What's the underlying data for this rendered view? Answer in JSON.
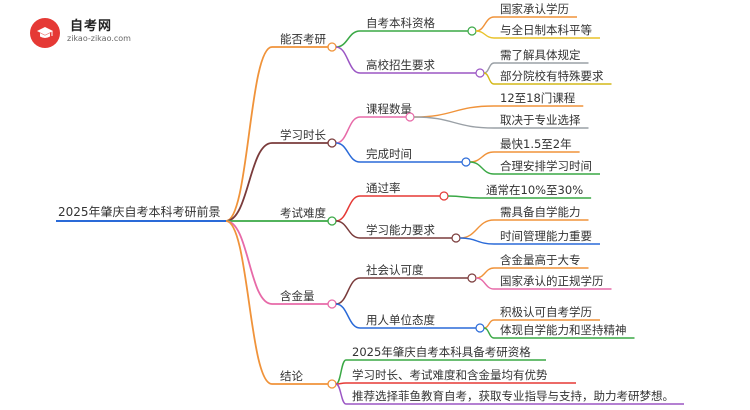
{
  "logo": {
    "name": "自考网",
    "url": "zikao-zikao.com",
    "icon": "graduation-cap-icon",
    "color": "#e53935"
  },
  "root": {
    "label": "2025年肇庆自考本科考研前景",
    "color": "#2a6ad8"
  },
  "branches": [
    {
      "label": "能否考研",
      "color": "#f0933a",
      "children": [
        {
          "label": "自考本科资格",
          "color": "#3aa845",
          "children": [
            {
              "label": "国家承认学历",
              "color": "#f0933a"
            },
            {
              "label": "与全日制本科平等",
              "color": "#e8c22a"
            }
          ]
        },
        {
          "label": "高校招生要求",
          "color": "#9b56c4",
          "children": [
            {
              "label": "需了解具体规定",
              "color": "#9aa0a6"
            },
            {
              "label": "部分院校有特殊要求",
              "color": "#d4b818"
            }
          ]
        }
      ]
    },
    {
      "label": "学习时长",
      "color": "#7a3b3b",
      "children": [
        {
          "label": "课程数量",
          "color": "#e76aa8",
          "children": [
            {
              "label": "12至18门课程",
              "color": "#f0933a"
            },
            {
              "label": "取决于专业选择",
              "color": "#9aa0a6"
            }
          ]
        },
        {
          "label": "完成时间",
          "color": "#2a6ad8",
          "children": [
            {
              "label": "最快1.5至2年",
              "color": "#f0933a"
            },
            {
              "label": "合理安排学习时间",
              "color": "#3aa845"
            }
          ]
        }
      ]
    },
    {
      "label": "考试难度",
      "color": "#3aa845",
      "children": [
        {
          "label": "通过率",
          "color": "#e53935",
          "children": [
            {
              "label": "通常在10%至30%",
              "color": "#3aa845"
            }
          ]
        },
        {
          "label": "学习能力要求",
          "color": "#7a3b3b",
          "children": [
            {
              "label": "需具备自学能力",
              "color": "#f0933a"
            },
            {
              "label": "时间管理能力重要",
              "color": "#2a6ad8"
            }
          ]
        }
      ]
    },
    {
      "label": "含金量",
      "color": "#e76aa8",
      "children": [
        {
          "label": "社会认可度",
          "color": "#7a3b3b",
          "children": [
            {
              "label": "含金量高于大专",
              "color": "#f0933a"
            },
            {
              "label": "国家承认的正规学历",
              "color": "#e76aa8"
            }
          ]
        },
        {
          "label": "用人单位态度",
          "color": "#2a6ad8",
          "children": [
            {
              "label": "积极认可自考学历",
              "color": "#f0933a"
            },
            {
              "label": "体现自学能力和坚持精神",
              "color": "#3aa845"
            }
          ]
        }
      ]
    },
    {
      "label": "结论",
      "color": "#f0933a",
      "children": [
        {
          "label": "2025年肇庆自考本科具备考研资格",
          "color": "#3aa845"
        },
        {
          "label": "学习时长、考试难度和含金量均有优势",
          "color": "#e53935"
        },
        {
          "label": "推荐选择菲鱼教育自考，获取专业指导与支持，助力考研梦想。",
          "color": "#9b56c4"
        }
      ]
    }
  ]
}
